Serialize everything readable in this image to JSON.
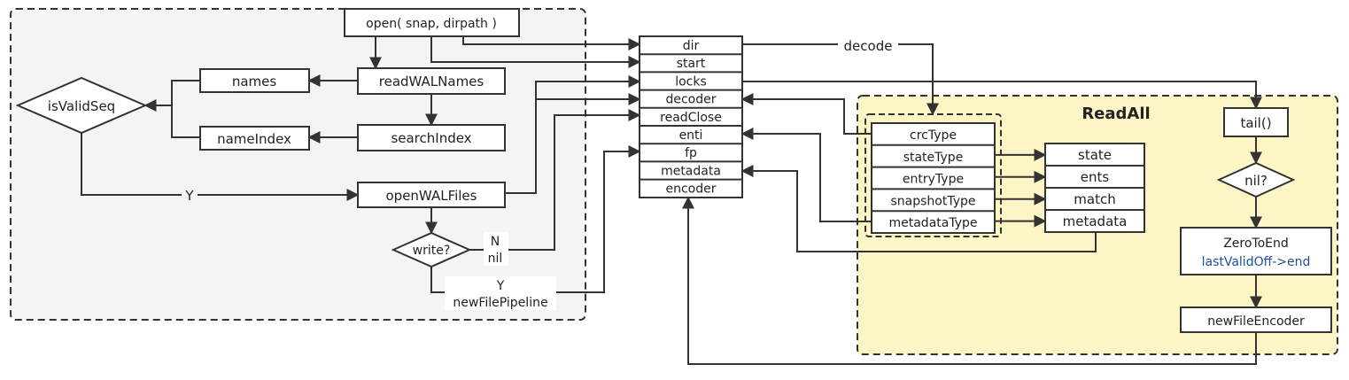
{
  "colors": {
    "left_region_fill": "#f4f4f4",
    "readall_region_fill": "#fdf5c4",
    "line": "#333333",
    "blue_text": "#1f4e9c"
  },
  "flow": {
    "open": "open( snap, dirpath )",
    "names": "names",
    "read_wal_names": "readWALNames",
    "is_valid_seq": "isValidSeq",
    "name_index": "nameIndex",
    "search_index": "searchIndex",
    "open_wal_files": "openWALFiles",
    "write_q": "write?",
    "y_label": "Y",
    "n_label": "N",
    "nil_label": "nil",
    "y_label_2": "Y",
    "new_file_pipeline": "newFilePipeline"
  },
  "wal_struct": {
    "fields": [
      "dir",
      "start",
      "locks",
      "decoder",
      "readClose",
      "enti",
      "fp",
      "metadata",
      "encoder"
    ]
  },
  "decode_label": "decode",
  "readall": {
    "title": "ReadAll",
    "types": [
      "crcType",
      "stateType",
      "entryType",
      "snapshotType",
      "metadataType"
    ],
    "results": [
      "state",
      "ents",
      "match",
      "metadata"
    ],
    "tail": "tail()",
    "nil_q": "nil?",
    "zero_to_end": "ZeroToEnd",
    "last_valid_off": "lastValidOff->end",
    "new_file_encoder": "newFileEncoder"
  }
}
